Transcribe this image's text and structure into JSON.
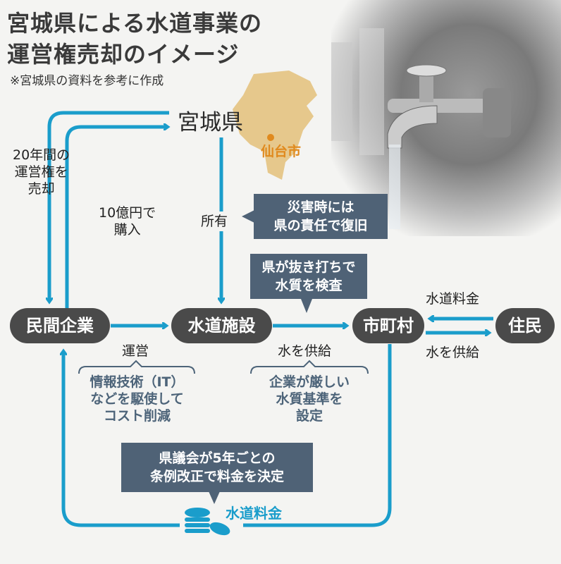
{
  "title": {
    "line1": "宮城県による水道事業の",
    "line2": "運営権売却のイメージ",
    "note": "※宮城県の資料を参考に作成"
  },
  "map": {
    "prefecture": "宮城県",
    "city": "仙台市"
  },
  "nodes": {
    "company": "民間企業",
    "facility": "水道施設",
    "municipality": "市町村",
    "residents": "住民"
  },
  "flows": {
    "sell_rights": [
      "20年間の",
      "運営権を",
      "売却"
    ],
    "purchase": [
      "10億円で",
      "購入"
    ],
    "ownership": "所有",
    "operate": "運営",
    "supply_to_municipality": "水を供給",
    "fee_from_residents": "水道料金",
    "supply_to_residents": "水を供給",
    "fee_to_company": "水道料金"
  },
  "notes": {
    "operate_detail": [
      "情報技術（IT）",
      "などを駆使して",
      "コスト削減"
    ],
    "quality_detail": [
      "企業が厳しい",
      "水質基準を",
      "設定"
    ]
  },
  "callouts": {
    "disaster": [
      "災害時には",
      "県の責任で復旧"
    ],
    "inspection": [
      "県が抜き打ちで",
      "水質を検査"
    ],
    "fee_decision": [
      "県議会が5年ごとの",
      "条例改正で料金を決定"
    ]
  },
  "colors": {
    "line": "#1a9dcb",
    "pill": "#4a4a4a",
    "callout": "#4f6276",
    "map": "#e6c88c",
    "city": "#e08a1e"
  }
}
